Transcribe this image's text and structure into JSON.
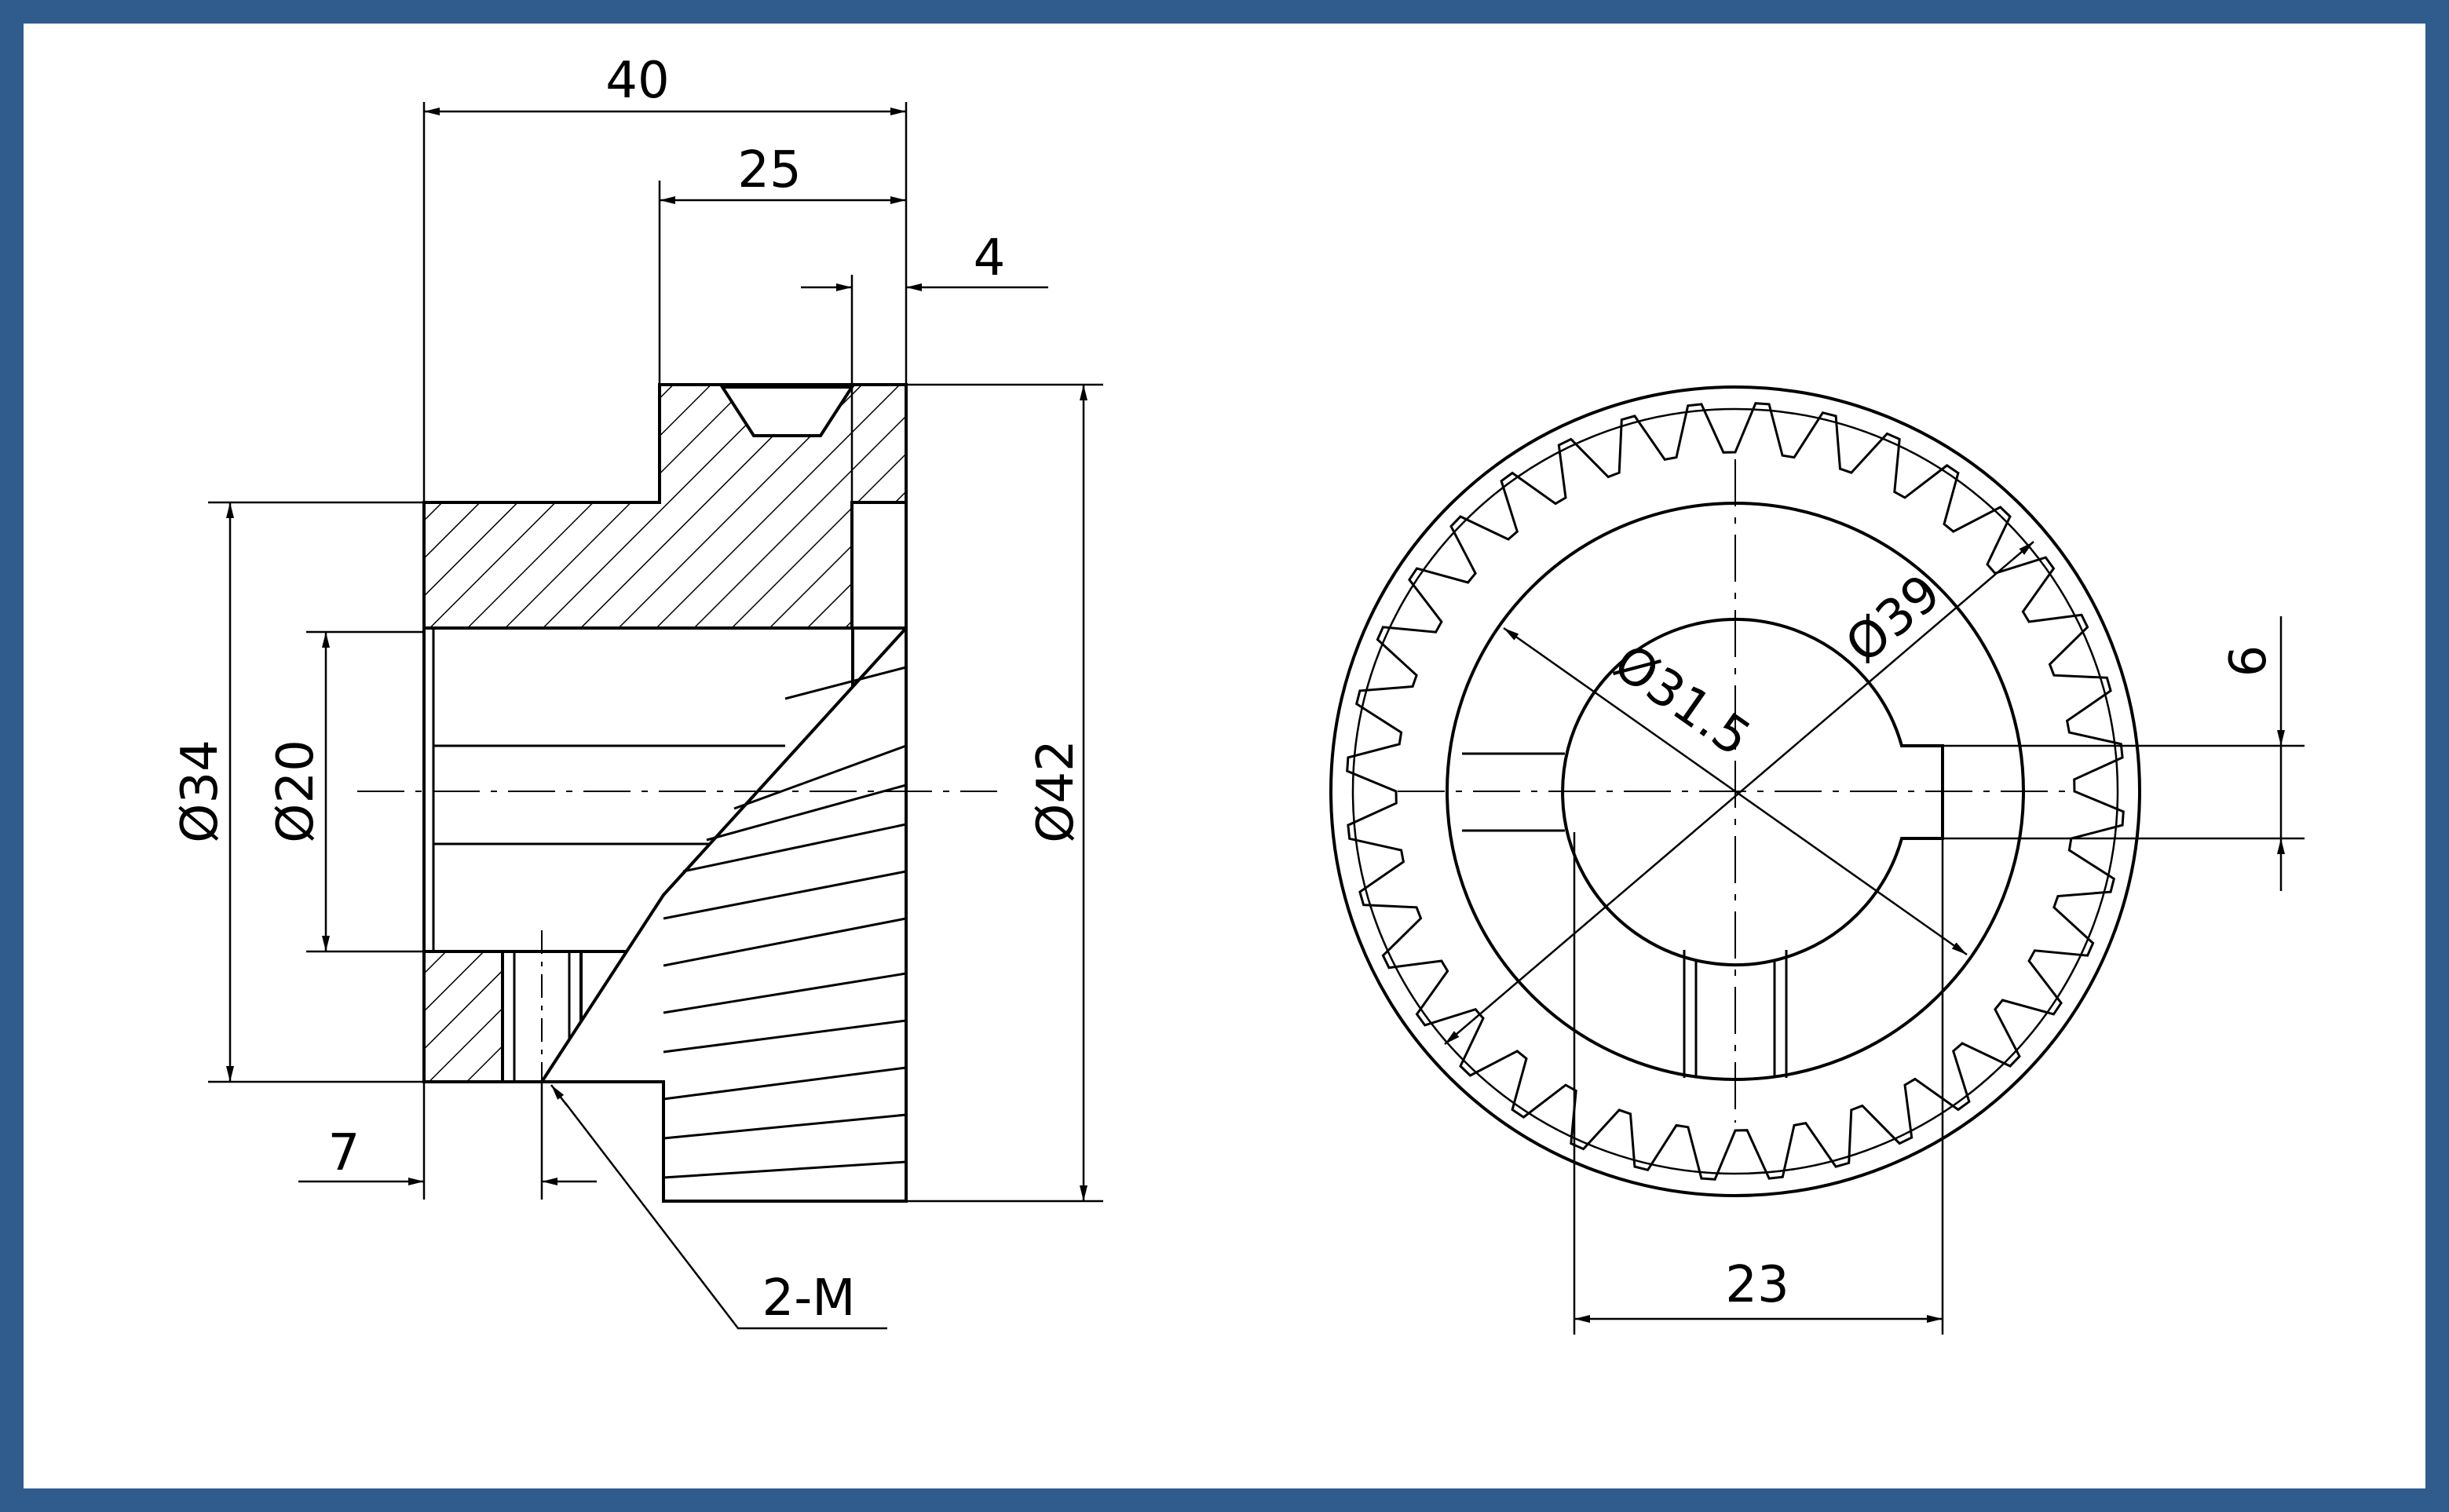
{
  "colors": {
    "frame": "#2f5b8d",
    "sheet": "#ffffff",
    "line": "#000000"
  },
  "dimensions": {
    "overall_length": "40",
    "gear_width": "25",
    "step_width": "4",
    "hub_diameter": "Ø34",
    "bore_diameter": "Ø20",
    "tip_diameter": "Ø42",
    "hole_offset": "7",
    "thread_callout": "2-M",
    "root_diameter": "Ø31.5",
    "pitch_diameter": "Ø39",
    "keyway_width": "6",
    "keyway_depth": "23"
  },
  "gear": {
    "teeth": 36
  }
}
